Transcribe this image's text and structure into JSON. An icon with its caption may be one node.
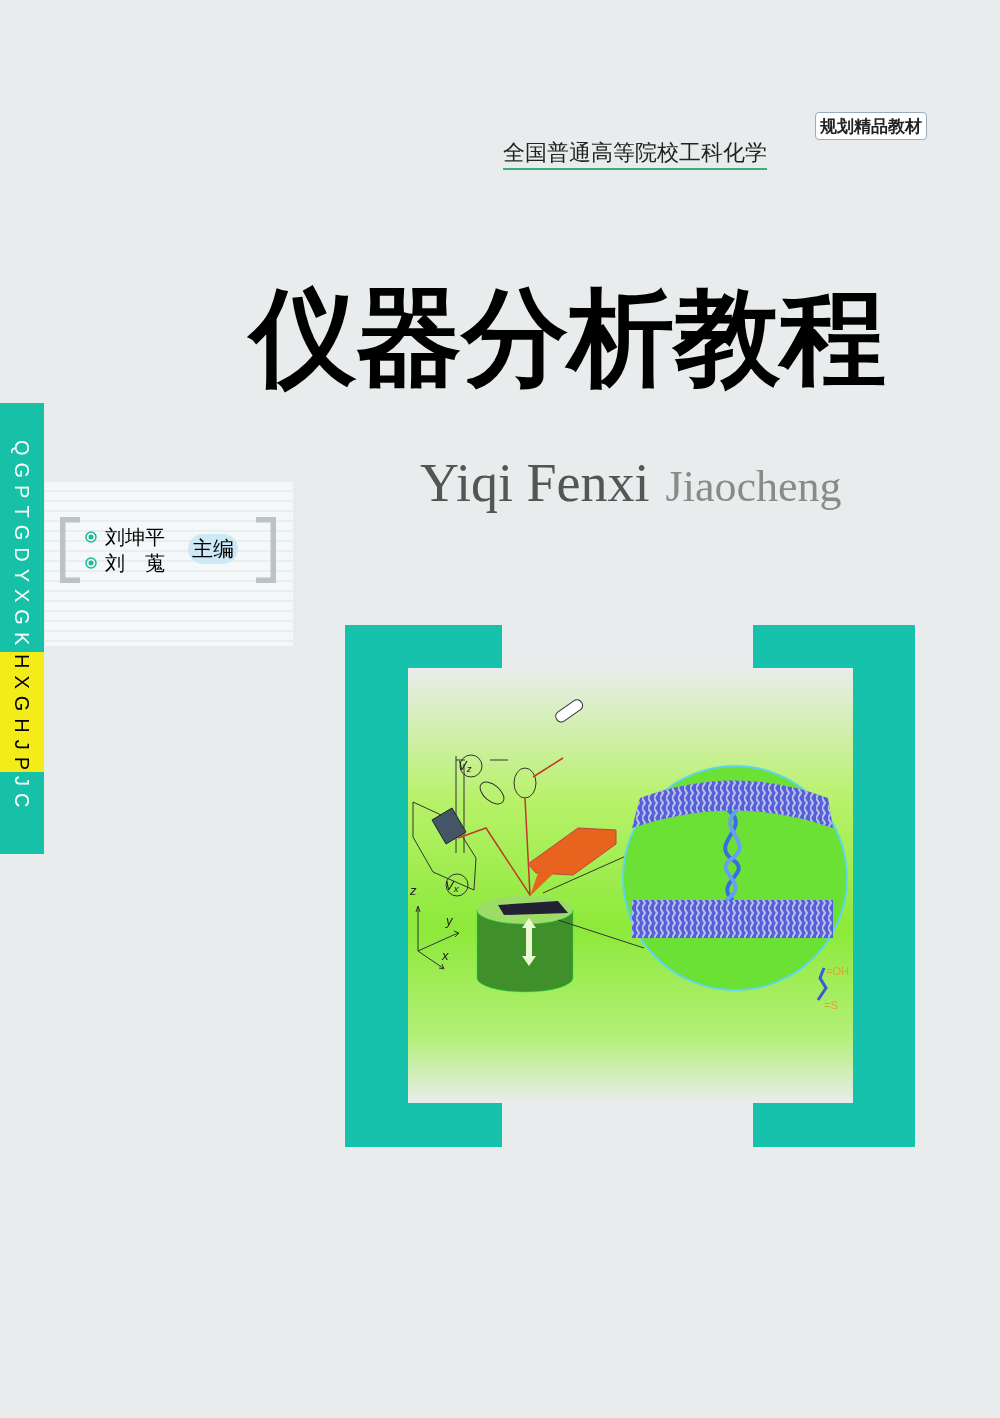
{
  "diagram": {
    "title": "仪器分析教程",
    "labels": [
      "全国普通高等院校工科化学",
      "规划精品教材",
      "Yiqi Fenxi",
      "Jiaocheng",
      "QGPTGDYXGK",
      "HXGHJP",
      "JC",
      "刘坤平",
      "刘　蒐",
      "主编",
      "V$_{z}$",
      "V$_{x}$",
      "z",
      "y",
      "x",
      "=OH",
      "=S"
    ]
  }
}
